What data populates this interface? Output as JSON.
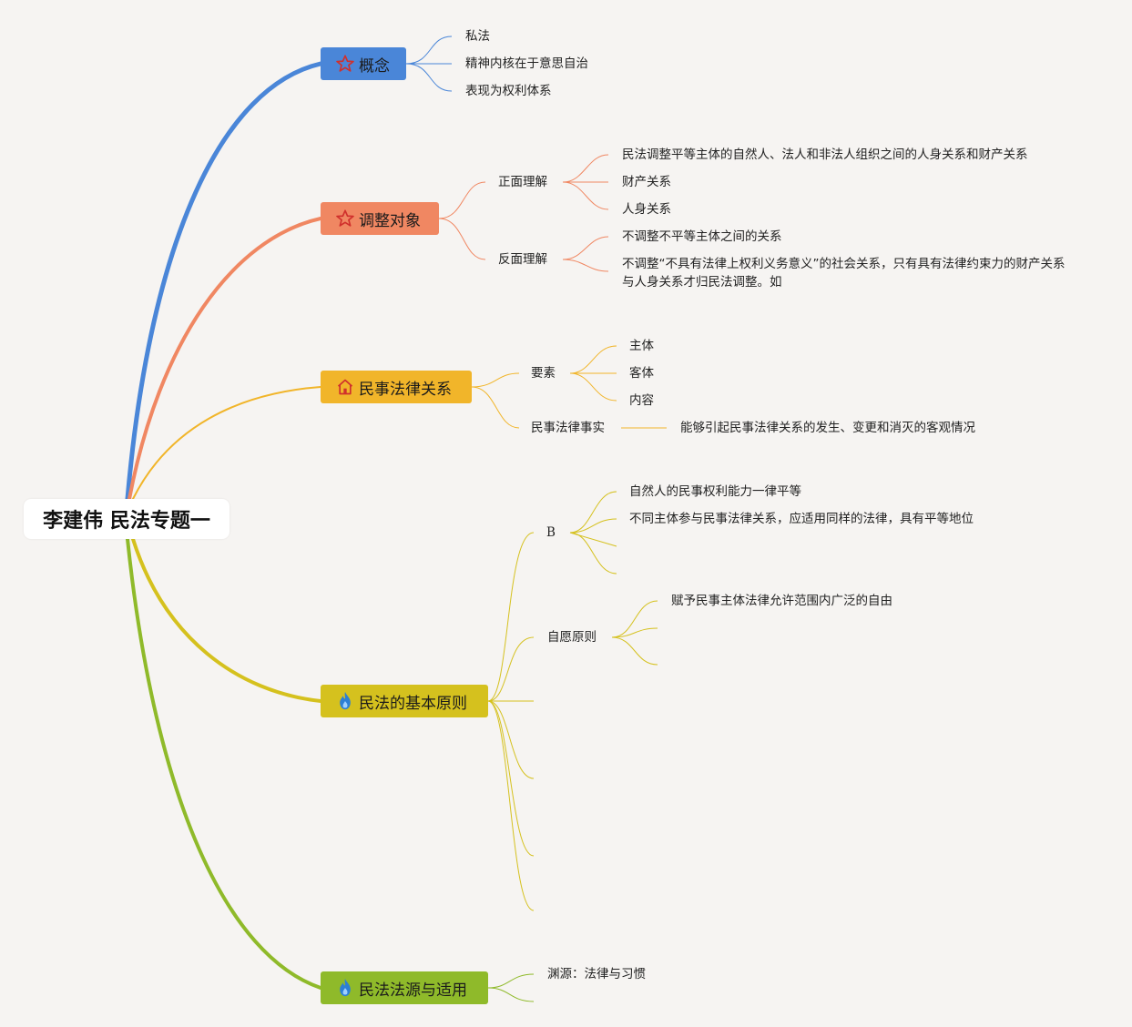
{
  "root": {
    "title": "李建伟 民法专题一"
  },
  "branches": [
    {
      "label": "概念",
      "color": "#4a86d8",
      "icon": "star-outline-icon",
      "children": [
        "私法",
        "精神内核在于意思自治",
        "表现为权利体系"
      ]
    },
    {
      "label": "调整对象",
      "color": "#f08762",
      "icon": "star-outline-icon",
      "children": [
        {
          "label": "正面理解",
          "children": [
            "民法调整平等主体的自然人、法人和非法人组织之间的人身关系和财产关系",
            "财产关系",
            "人身关系"
          ]
        },
        {
          "label": "反面理解",
          "children": [
            "不调整不平等主体之间的关系",
            "不调整“不具有法律上权利义务意义”的社会关系，只有具有法律约束力的财产关系与人身关系才归民法调整。如"
          ]
        }
      ]
    },
    {
      "label": "民事法律关系",
      "color": "#f1b52a",
      "icon": "house-icon",
      "children": [
        {
          "label": "要素",
          "children": [
            "主体",
            "客体",
            "内容"
          ]
        },
        {
          "label": "民事法律事实",
          "children": [
            "能够引起民事法律关系的发生、变更和消灭的客观情况"
          ]
        }
      ]
    },
    {
      "label": "民法的基本原则",
      "color": "#d5c11e",
      "icon": "flame-icon",
      "children": [
        {
          "label": "B",
          "children": [
            "自然人的民事权利能力一律平等",
            "不同主体参与民事法律关系，应适用同样的法律，具有平等地位"
          ]
        },
        {
          "label": "自愿原则",
          "children": [
            "赋予民事主体法律允许范围内广泛的自由"
          ]
        }
      ]
    },
    {
      "label": "民法法源与适用",
      "color": "#8fba2a",
      "icon": "flame-icon",
      "children": [
        "渊源：法律与习惯"
      ]
    }
  ]
}
